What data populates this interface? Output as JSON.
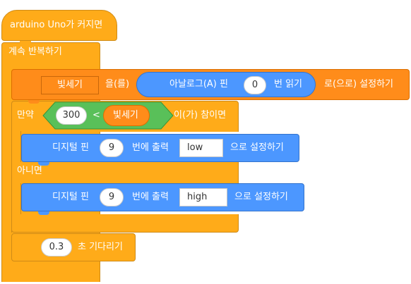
{
  "hat": {
    "label": "arduino Uno가 커지면"
  },
  "forever": {
    "label": "계속 반복하기"
  },
  "set_var": {
    "variable": "빛세기",
    "particle_object": "을(를)",
    "analog_read": {
      "prefix": "아날로그(A) 핀",
      "pin": "0",
      "suffix": "번 읽기"
    },
    "suffix": "로(으로) 설정하기"
  },
  "if_else": {
    "if_label": "만약",
    "condition": {
      "left": "300",
      "operator": "<",
      "right_variable": "빛세기"
    },
    "then_suffix": "이(가) 참이면",
    "else_label": "아니면"
  },
  "digital_write_low": {
    "prefix": "디지털 핀",
    "pin": "9",
    "middle": "번에 출력",
    "value": "low",
    "suffix": "으로 설정하기"
  },
  "digital_write_high": {
    "prefix": "디지털 핀",
    "pin": "9",
    "middle": "번에 출력",
    "value": "high",
    "suffix": "으로 설정하기"
  },
  "wait": {
    "seconds": "0.3",
    "label": "초 기다리기"
  },
  "colors": {
    "control": "#ffab19",
    "variable": "#ff8c1a",
    "hardware": "#4c97ff",
    "operator": "#59c059",
    "background": "#ffffff"
  }
}
